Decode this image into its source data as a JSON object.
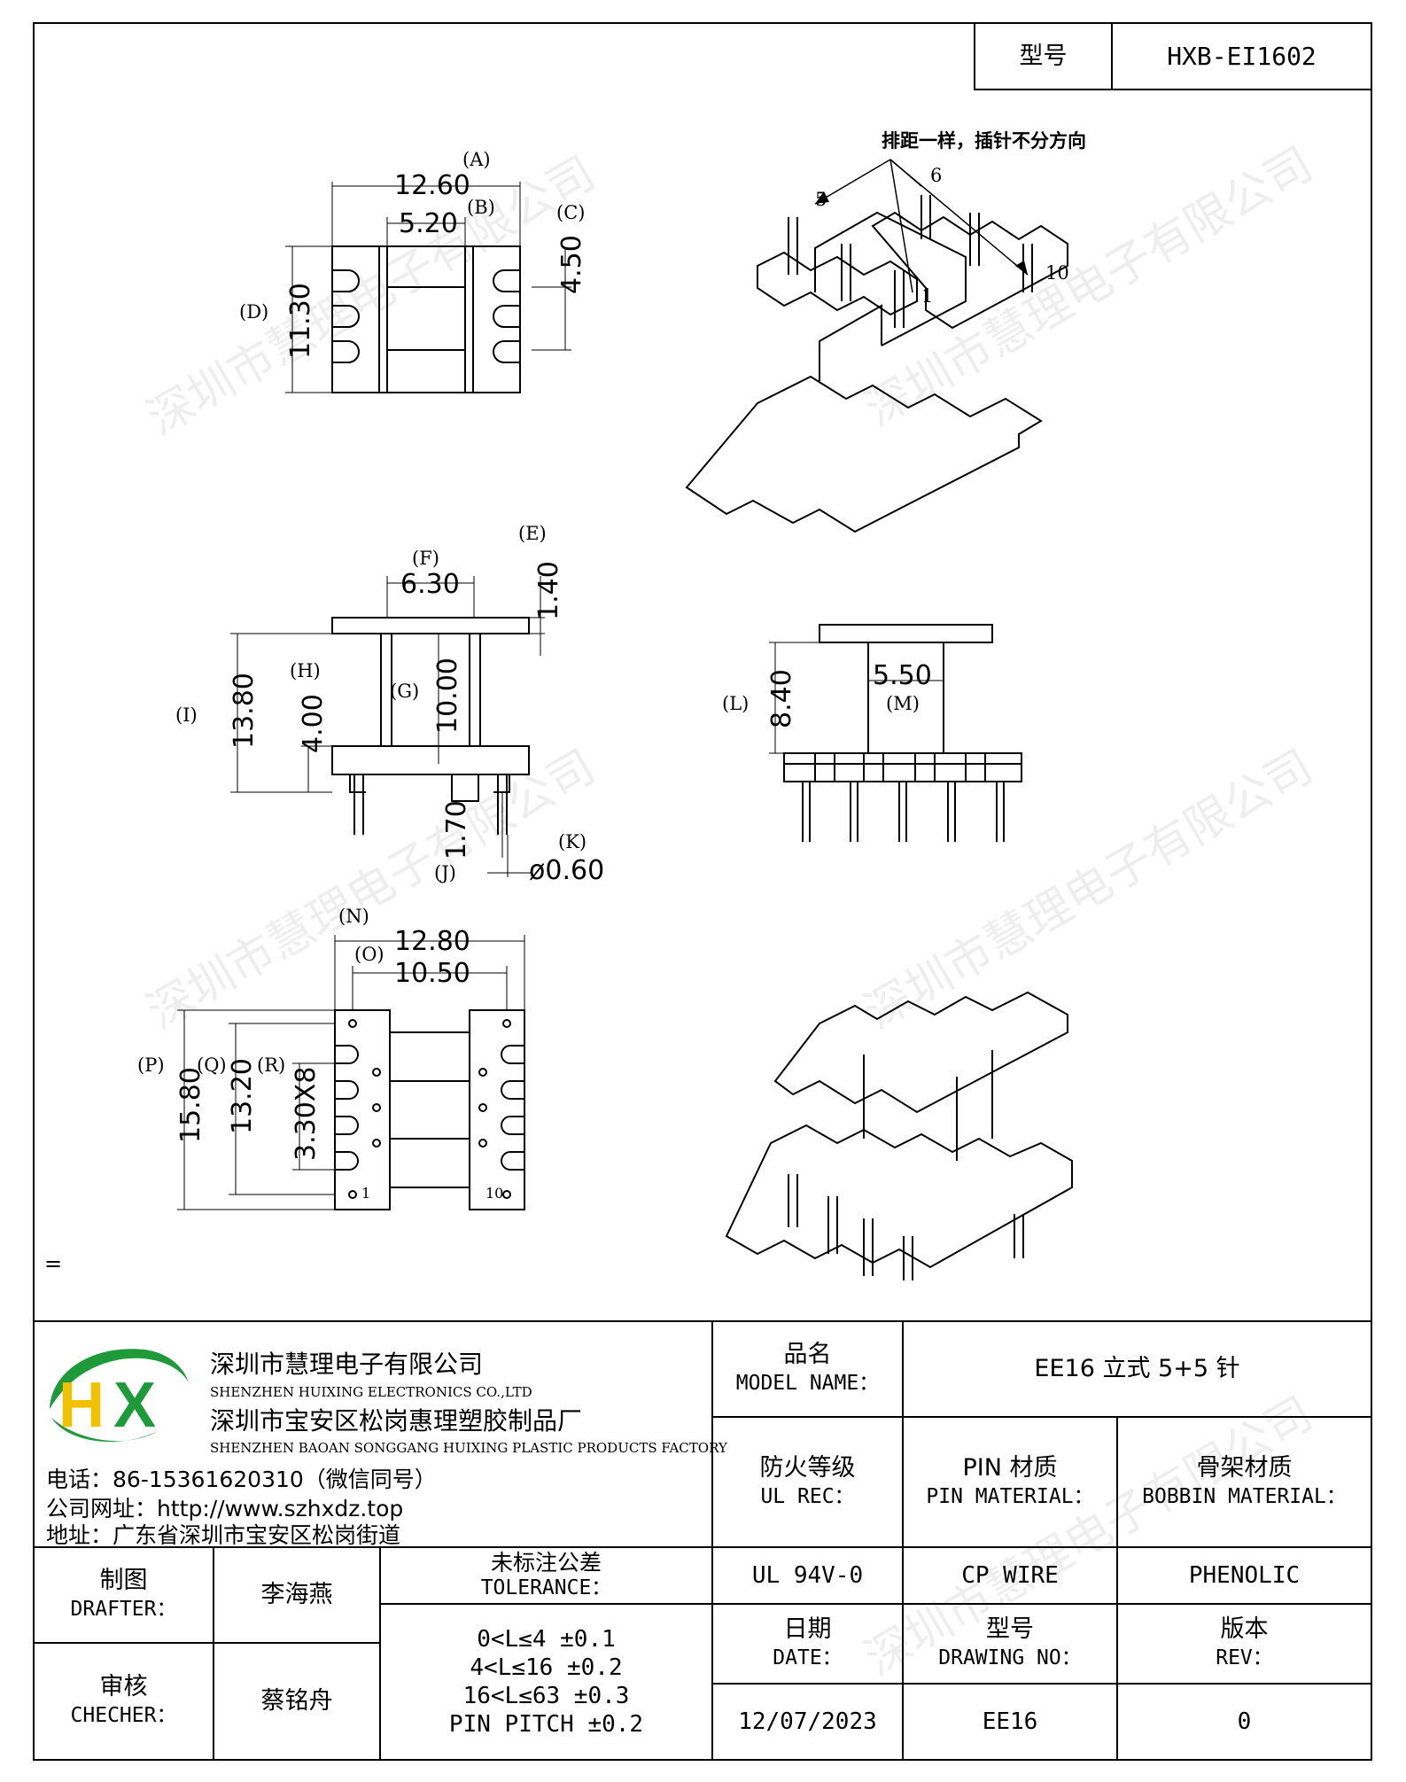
{
  "title_block": {
    "model_label": "型号",
    "model_value": "HXB-EI1602"
  },
  "drawing": {
    "note": "排距一样，插针不分方向",
    "pin_numbers": [
      "5",
      "6",
      "10",
      "1",
      "1",
      "10"
    ],
    "dims": {
      "A": "12.60",
      "B": "5.20",
      "C": "4.50",
      "D": "11.30",
      "E": "1.40",
      "F": "6.30",
      "G": "10.00",
      "H": "4.00",
      "I": "13.80",
      "J": "1.70",
      "K": "ø0.60",
      "L": "8.40",
      "M": "5.50",
      "N": "12.80",
      "O": "10.50",
      "P": "15.80",
      "Q": "13.20",
      "R": "3.30X8"
    },
    "labels": [
      "(A)",
      "(B)",
      "(C)",
      "(D)",
      "(E)",
      "(F)",
      "(G)",
      "(H)",
      "(I)",
      "(J)",
      "(K)",
      "(L)",
      "(M)",
      "(N)",
      "(O)",
      "(P)",
      "(Q)",
      "(R)"
    ],
    "marker": "="
  },
  "watermark": "深圳市慧理电子有限公司",
  "company": {
    "name_cn": "深圳市慧理电子有限公司",
    "name_en": "SHENZHEN HUIXING ELECTRONICS CO.,LTD",
    "factory_cn": "深圳市宝安区松岗惠理塑胶制品厂",
    "factory_en": "SHENZHEN BAOAN SONGGANG HUIXING PLASTIC PRODUCTS FACTORY",
    "phone": "电话：86-15361620310（微信同号）",
    "website": "公司网址：http://www.szhxdz.top",
    "address": "地址：广东省深圳市宝安区松岗街道",
    "logo_text": "HX",
    "logo_colors": {
      "green": "#1f9a3a",
      "yellow": "#f2c200"
    }
  },
  "table": {
    "model_name_cn": "品名",
    "model_name_en": "MODEL NAME：",
    "model_name_value": "EE16 立式 5+5 针",
    "ul_cn": "防火等级",
    "ul_en": "UL REC：",
    "ul_value": "UL 94V-0",
    "pin_cn": "PIN 材质",
    "pin_en": "PIN MATERIAL：",
    "pin_value": "CP WIRE",
    "bobbin_cn": "骨架材质",
    "bobbin_en": "BOBBIN MATERIAL：",
    "bobbin_value": "PHENOLIC",
    "drafter_cn": "制图",
    "drafter_en": "DRAFTER：",
    "drafter_value": "李海燕",
    "checker_cn": "审核",
    "checker_en": "CHECHER：",
    "checker_value": "蔡铭舟",
    "tolerance_cn": "未标注公差",
    "tolerance_en": "TOLERANCE：",
    "tolerances": [
      "0<L≤4  ±0.1",
      "4<L≤16 ±0.2",
      "16<L≤63 ±0.3",
      "PIN PITCH ±0.2"
    ],
    "date_cn": "日期",
    "date_en": "DATE：",
    "date_value": "12/07/2023",
    "drawing_no_cn": "型号",
    "drawing_no_en": "DRAWING NO：",
    "drawing_no_value": "EE16",
    "rev_cn": "版本",
    "rev_en": "REV：",
    "rev_value": "0"
  }
}
